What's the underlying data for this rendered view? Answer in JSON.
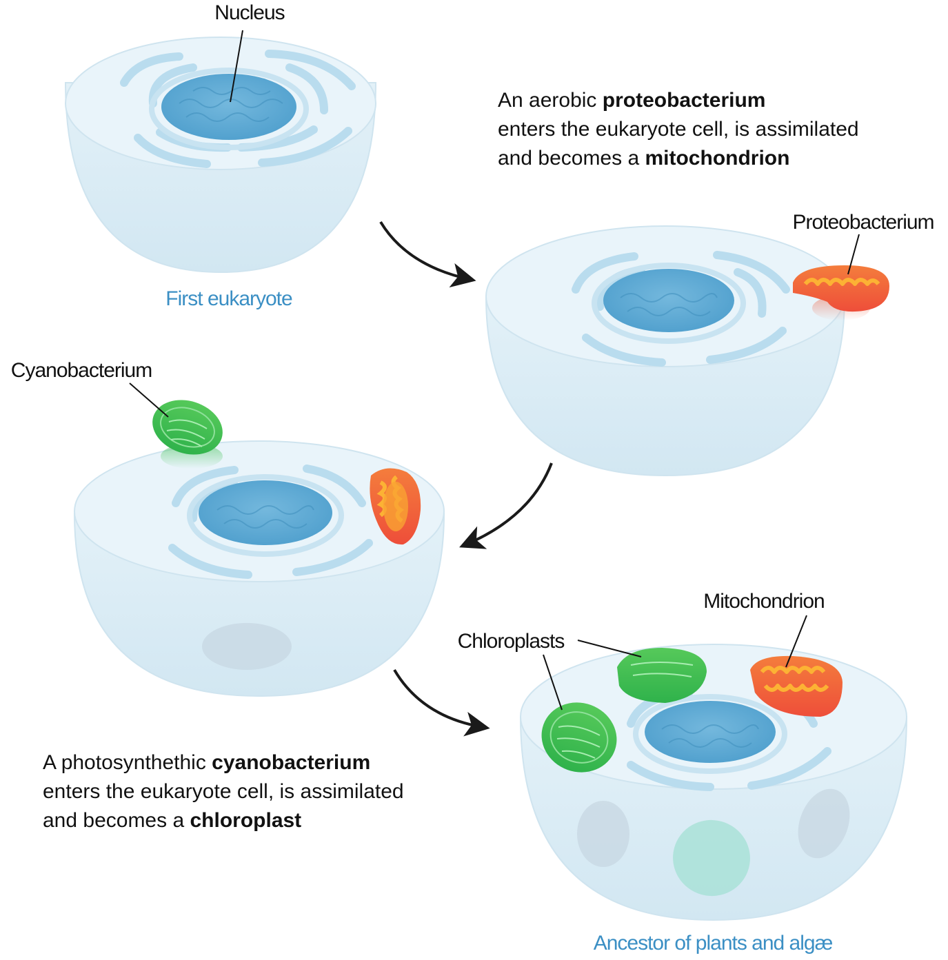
{
  "labels": {
    "nucleus": "Nucleus",
    "proteobacterium": "Proteobacterium",
    "cyanobacterium": "Cyanobacterium",
    "chloroplasts": "Chloroplasts",
    "mitochondrion": "Mitochondrion"
  },
  "captions": {
    "first_eukaryote": "First eukaryote",
    "ancestor": "Ancestor of plants and algæ"
  },
  "descriptions": {
    "aerobic": {
      "line1_pre": "An aerobic ",
      "line1_bold": "proteobacterium",
      "line2": "enters the eukaryote cell, is assimilated",
      "line3_pre": "and becomes a ",
      "line3_bold": "mitochondrion"
    },
    "photosynthetic": {
      "line1_pre": "A photosynthethic ",
      "line1_bold": "cyanobacterium",
      "line2": "enters the eukaryote cell, is assimilated",
      "line3_pre": "and becomes a ",
      "line3_bold": "chloroplast"
    }
  },
  "colors": {
    "cell_fill": "#dcedf6",
    "cell_stroke": "#c6e0ee",
    "nucleus": "#5aa8d4",
    "er": "#b9dcee",
    "mito": "#f26a3c",
    "mito_inner": "#fcb234",
    "chloro": "#3cbf50",
    "caption_blue": "#3b8fc4",
    "arrow": "#1a1a1a"
  }
}
